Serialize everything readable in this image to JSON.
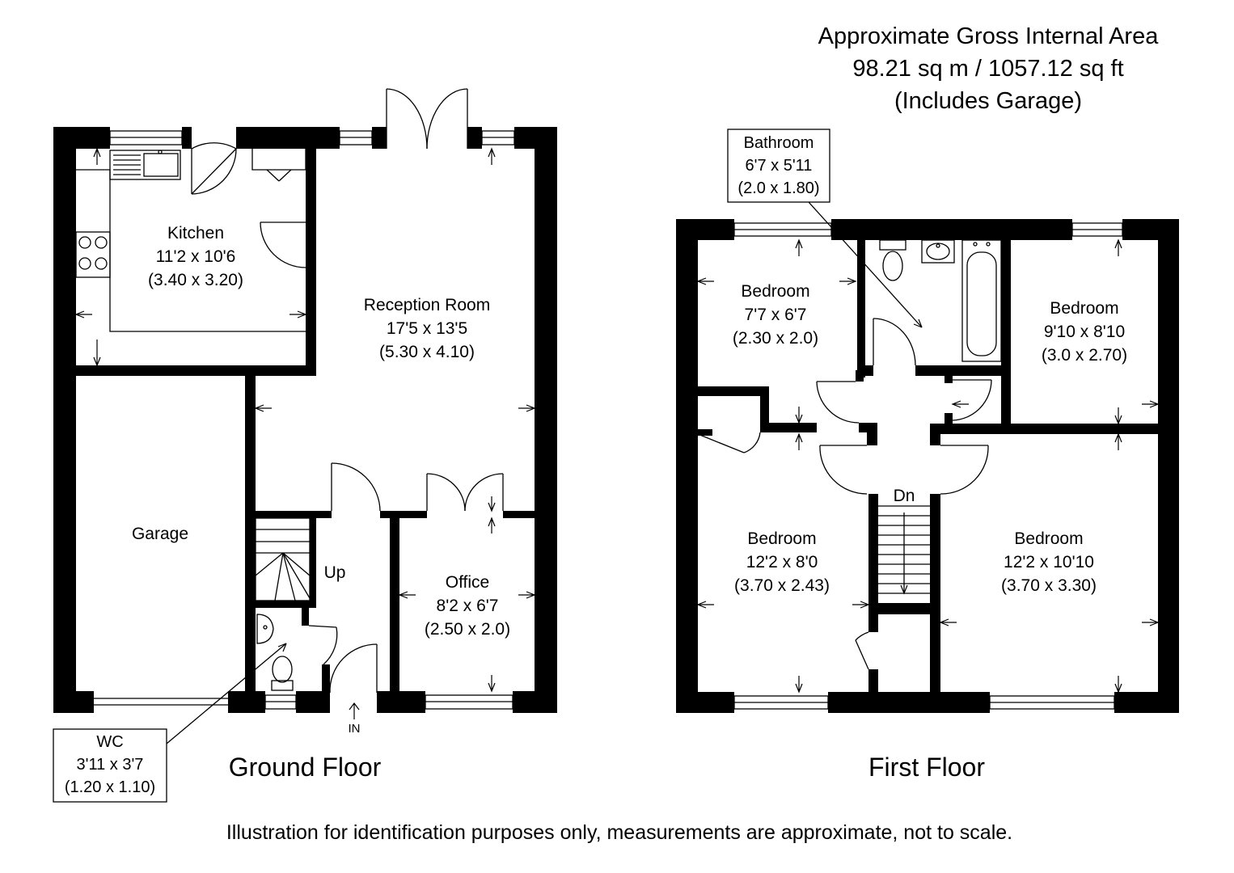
{
  "area": {
    "line1": "Approximate Gross Internal Area",
    "line2": "98.21 sq m / 1057.12 sq ft",
    "line3": "(Includes Garage)"
  },
  "ground_floor": {
    "label": "Ground Floor",
    "rooms": [
      {
        "name": "Kitchen",
        "imperial": "11'2 x 10'6",
        "metric": "(3.40 x 3.20)"
      },
      {
        "name": "Reception Room",
        "imperial": "17'5 x 13'5",
        "metric": "(5.30 x 4.10)"
      },
      {
        "name": "Garage"
      },
      {
        "name": "Office",
        "imperial": "8'2 x 6'7",
        "metric": "(2.50 x 2.0)"
      }
    ],
    "wc": {
      "name": "WC",
      "imperial": "3'11 x 3'7",
      "metric": "(1.20 x 1.10)"
    },
    "stairs_label": "Up",
    "entrance_label": "IN"
  },
  "first_floor": {
    "label": "First Floor",
    "bathroom": {
      "name": "Bathroom",
      "imperial": "6'7 x 5'11",
      "metric": "(2.0 x 1.80)"
    },
    "rooms": [
      {
        "name": "Bedroom",
        "imperial": "7'7 x 6'7",
        "metric": "(2.30 x 2.0)"
      },
      {
        "name": "Bedroom",
        "imperial": "9'10 x 8'10",
        "metric": "(3.0 x 2.70)"
      },
      {
        "name": "Bedroom",
        "imperial": "12'2 x 8'0",
        "metric": "(3.70 x 2.43)"
      },
      {
        "name": "Bedroom",
        "imperial": "12'2 x 10'10",
        "metric": "(3.70 x 3.30)"
      }
    ],
    "stairs_label": "Dn"
  },
  "disclaimer": "Illustration for identification purposes only, measurements are approximate, not to scale."
}
